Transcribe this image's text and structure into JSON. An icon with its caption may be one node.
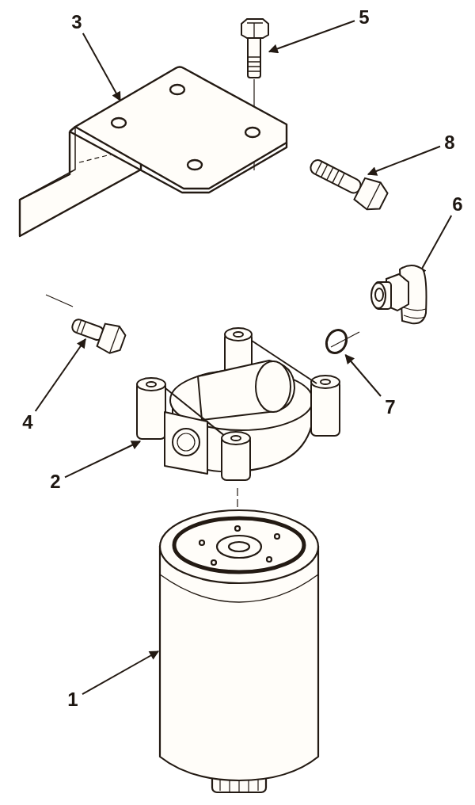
{
  "diagram": {
    "nodes": [
      {
        "text": [
          "3"
        ]
      },
      {
        "text": [
          "5"
        ]
      },
      {
        "text": [
          "8"
        ]
      },
      {
        "text": [
          "6"
        ]
      },
      {
        "text": [
          "4"
        ]
      },
      {
        "text": [
          "7"
        ]
      },
      {
        "text": [
          "2"
        ]
      },
      {
        "text": [
          "1"
        ]
      },
      {
        "text": [],
        "shape": "picture"
      },
      {
        "text": [],
        "shape": "picture"
      },
      {
        "text": [],
        "shape": "picture"
      },
      {
        "text": [],
        "shape": "picture"
      },
      {
        "text": [],
        "shape": "picture"
      },
      {
        "text": [],
        "shape": "circle"
      },
      {
        "text": [],
        "shape": "picture"
      },
      {
        "text": [],
        "shape": "picture"
      }
    ],
    "edges": [
      {
        "from": 0,
        "to": 8,
        "arrow": "to"
      },
      {
        "from": 1,
        "to": 9,
        "arrow": "to"
      },
      {
        "from": 2,
        "to": 10,
        "arrow": "to"
      },
      {
        "from": 3,
        "to": 11,
        "arrow": "to"
      },
      {
        "from": 4,
        "to": 12,
        "arrow": "to"
      },
      {
        "from": 5,
        "to": 13,
        "arrow": "to"
      },
      {
        "from": 6,
        "to": 14,
        "arrow": "to"
      },
      {
        "from": 7,
        "to": 15,
        "arrow": "to"
      }
    ]
  }
}
